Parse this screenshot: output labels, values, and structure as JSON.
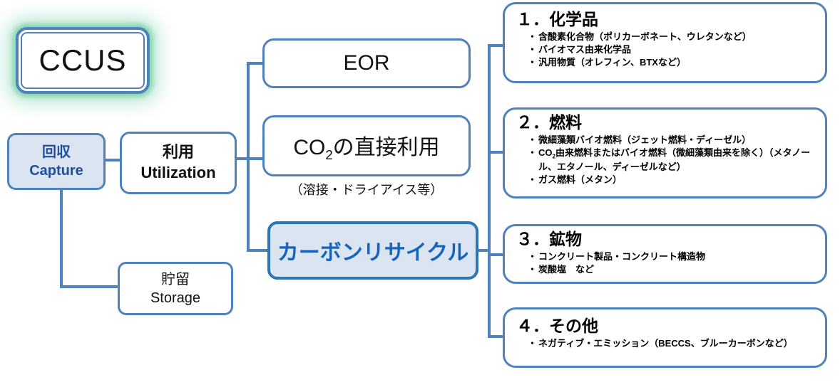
{
  "colors": {
    "connector_blue": "#4f81bd",
    "border_blue": "#4f81bd",
    "carbon_border_blue": "#2e75b6",
    "light_blue_fill": "#dbe5f1",
    "capture_text_blue": "#1f4e9e",
    "carbon_text_blue": "#1565c0",
    "ccus_glow_green": "#7ed3aa"
  },
  "bullet_char": "・",
  "nodes": {
    "ccus": "CCUS",
    "capture": {
      "jp": "回収",
      "en": "Capture"
    },
    "utilization": {
      "jp": "利用",
      "en": "Utilization"
    },
    "storage": {
      "jp": "貯留",
      "en": "Storage"
    },
    "eor": "EOR",
    "direct_use": {
      "prefix": "CO",
      "sub": "2",
      "suffix": "の直接利用",
      "caption": "（溶接・ドライアイス等）"
    },
    "carbon_recycling": "カーボンリサイクル"
  },
  "categories": [
    {
      "title": "１．化学品",
      "items": [
        "含酸素化合物（ポリカーボネート、ウレタンなど）",
        "バイオマス由来化学品",
        "汎用物質（オレフィン、BTXなど）"
      ]
    },
    {
      "title": "２．燃料",
      "items": [
        "微細藻類バイオ燃料（ジェット燃料・ディーゼル）",
        "ガス燃料（メタン）"
      ],
      "co2_item": {
        "prefix": "CO",
        "sub": "2",
        "rest": "由来燃料またはバイオ燃料（微細藻類由来を除く）（メタノール、エタノール、ディーゼルなど）"
      }
    },
    {
      "title": "３．鉱物",
      "items": [
        "コンクリート製品・コンクリート構造物",
        "炭酸塩　など"
      ]
    },
    {
      "title": "４．その他",
      "items": [
        "ネガティブ・エミッション（BECCS、ブルーカーボンなど）"
      ]
    }
  ]
}
